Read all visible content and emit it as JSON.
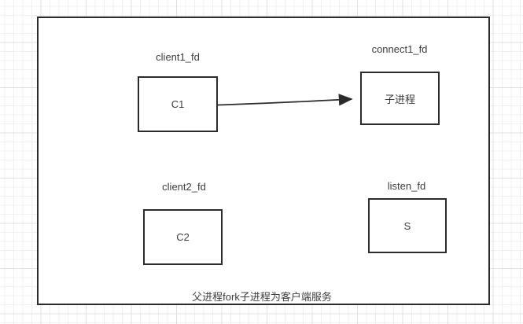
{
  "diagram": {
    "caption": "父进程fork子进程为客户端服务",
    "nodes": [
      {
        "id": "c1",
        "tag": "client1_fd",
        "label": "C1"
      },
      {
        "id": "child-process",
        "tag": "connect1_fd",
        "label": "子进程"
      },
      {
        "id": "c2",
        "tag": "client2_fd",
        "label": "C2"
      },
      {
        "id": "s",
        "tag": "listen_fd",
        "label": "S"
      }
    ],
    "edges": [
      {
        "from": "c1",
        "to": "child-process",
        "type": "arrow"
      }
    ],
    "colors": {
      "stroke": "#2b2b2b",
      "text": "#3c3c3c",
      "grid_minor": "#f0f0f0",
      "grid_major": "#e0e0e0",
      "canvas_background": "#ffffff"
    }
  }
}
